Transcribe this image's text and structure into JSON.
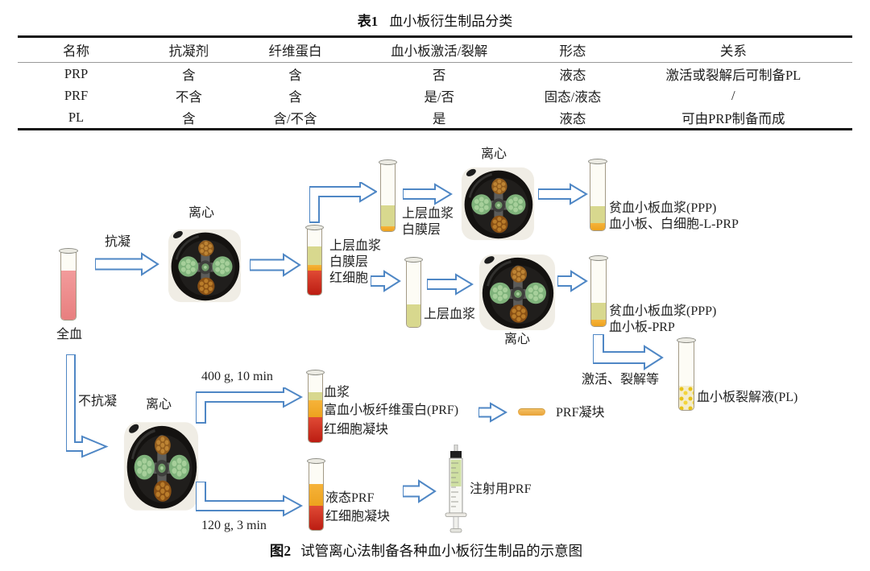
{
  "table": {
    "label": "表1",
    "title": "血小板衍生制品分类",
    "headers": [
      "名称",
      "抗凝剂",
      "纤维蛋白",
      "血小板激活/裂解",
      "形态",
      "关系"
    ],
    "rows": [
      [
        "PRP",
        "含",
        "含",
        "否",
        "液态",
        "激活或裂解后可制备PL"
      ],
      [
        "PRF",
        "不含",
        "含",
        "是/否",
        "固态/液态",
        "/"
      ],
      [
        "PL",
        "含",
        "含/不含",
        "是",
        "液态",
        "可由PRP制备而成"
      ]
    ]
  },
  "figure": {
    "caption": {
      "label": "图2",
      "text": "试管离心法制备各种血小板衍生制品的示意图"
    },
    "nodes": {
      "whole_blood": "全血",
      "anticoagulated": "抗凝",
      "non_anticoagulated": "不抗凝",
      "centrifuge": "离心",
      "upper_plasma": "上层血浆",
      "buffy_coat": "白膜层",
      "red_cells": "红细胞",
      "ppp": "贫血小板血浆(PPP)",
      "l_prp": "血小板、白细胞-L-PRP",
      "prp": "血小板-PRP",
      "activation": "激活、裂解等",
      "pl": "血小板裂解液(PL)",
      "speed_400": "400 g, 10 min",
      "speed_120": "120 g, 3 min",
      "plasma": "血浆",
      "prf": "富血小板纤维蛋白(PRF)",
      "rbc_clot": "红细胞凝块",
      "prf_clot": "PRF凝块",
      "liquid_prf": "液态PRF",
      "injectable_prf": "注射用PRF"
    },
    "colors": {
      "arrow_blue": "#4f87c5",
      "plasma_straw": "#d8d88e",
      "buffy_orange": "#f2a52c",
      "red_cells": "#d12a1c",
      "whole_blood_pink": "#ee8d8d",
      "pl_yellow": "#ecc81f"
    }
  }
}
